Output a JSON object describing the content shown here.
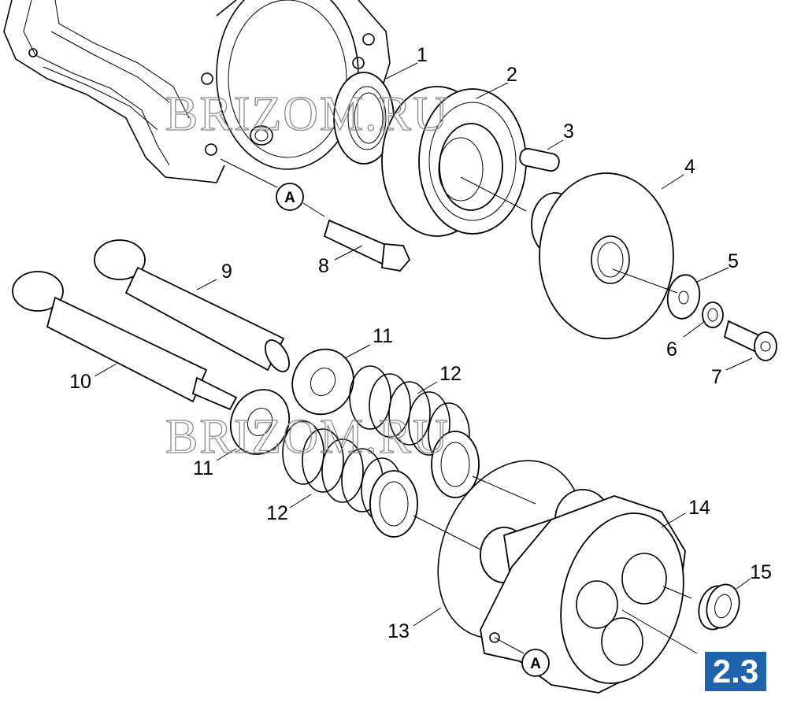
{
  "watermark": "BRIZOM.RU",
  "page_badge": "2.3",
  "reference_mark": "A",
  "callouts": [
    "1",
    "2",
    "3",
    "4",
    "5",
    "6",
    "7",
    "8",
    "9",
    "10",
    "11",
    "11",
    "12",
    "12",
    "13",
    "14",
    "15"
  ]
}
